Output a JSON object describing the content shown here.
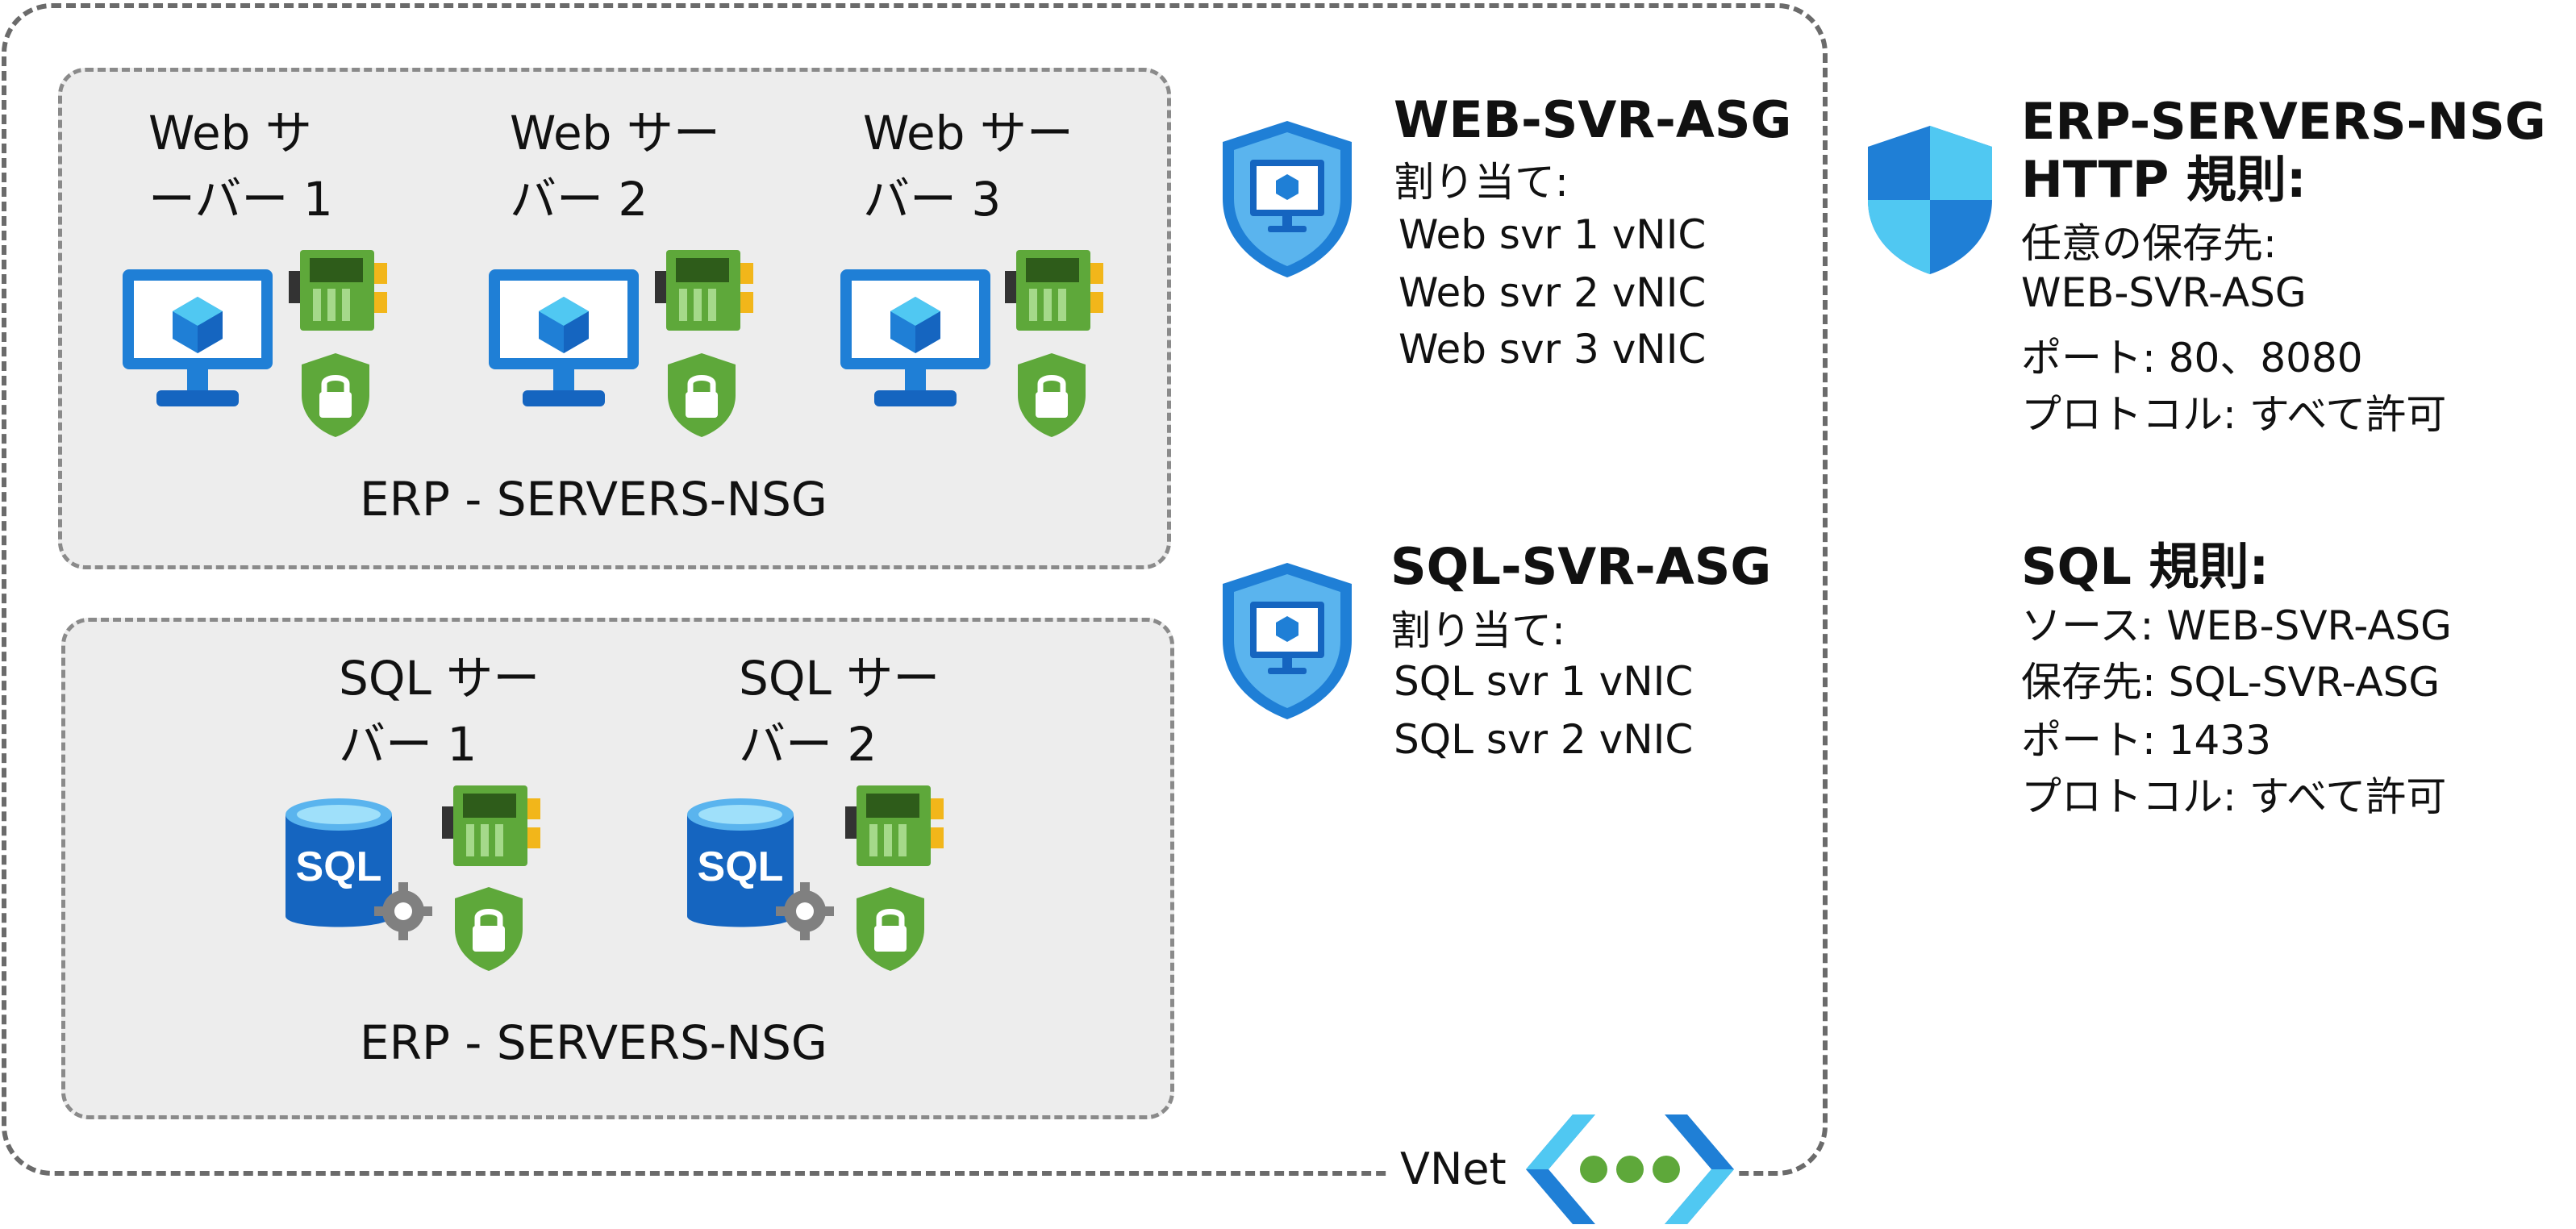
{
  "vnet": {
    "label": "VNet",
    "icon": "vnet-icon"
  },
  "web_group": {
    "nsg_label": "ERP - SERVERS-NSG",
    "servers": [
      {
        "label": "Web サ\nーバー 1"
      },
      {
        "label": "Web サー\nバー 2"
      },
      {
        "label": "Web サー\nバー 3"
      }
    ]
  },
  "sql_group": {
    "nsg_label": "ERP - SERVERS-NSG",
    "servers": [
      {
        "label": "SQL サー\nバー 1"
      },
      {
        "label": "SQL サー\nバー 2"
      }
    ]
  },
  "asgs": [
    {
      "title": "WEB-SVR-ASG",
      "sub": "割り当て:",
      "items": [
        "Web svr 1 vNIC",
        "Web svr 2 vNIC",
        "Web svr 3 vNIC"
      ]
    },
    {
      "title": "SQL-SVR-ASG",
      "sub": "割り当て:",
      "items": [
        "SQL svr 1 vNIC",
        "SQL svr 2 vNIC"
      ]
    }
  ],
  "nsg_rules": {
    "title": "ERP-SERVERS-NSG",
    "http_rule": {
      "title": "HTTP 規則:",
      "lines": [
        "任意の保存先:",
        "WEB-SVR-ASG",
        "ポート: 80、8080",
        "プロトコル: すべて許可"
      ]
    },
    "sql_rule": {
      "title": "SQL 規則:",
      "lines": [
        "ソース: WEB-SVR-ASG",
        "保存先: SQL-SVR-ASG",
        "ポート: 1433",
        "プロトコル: すべて許可"
      ]
    }
  },
  "colors": {
    "azure_blue": "#1f7fd6",
    "light_blue": "#50c8f2",
    "nic_green": "#5ea83a",
    "shield_green": "#5ea83a",
    "sql_blue": "#1565c0"
  }
}
